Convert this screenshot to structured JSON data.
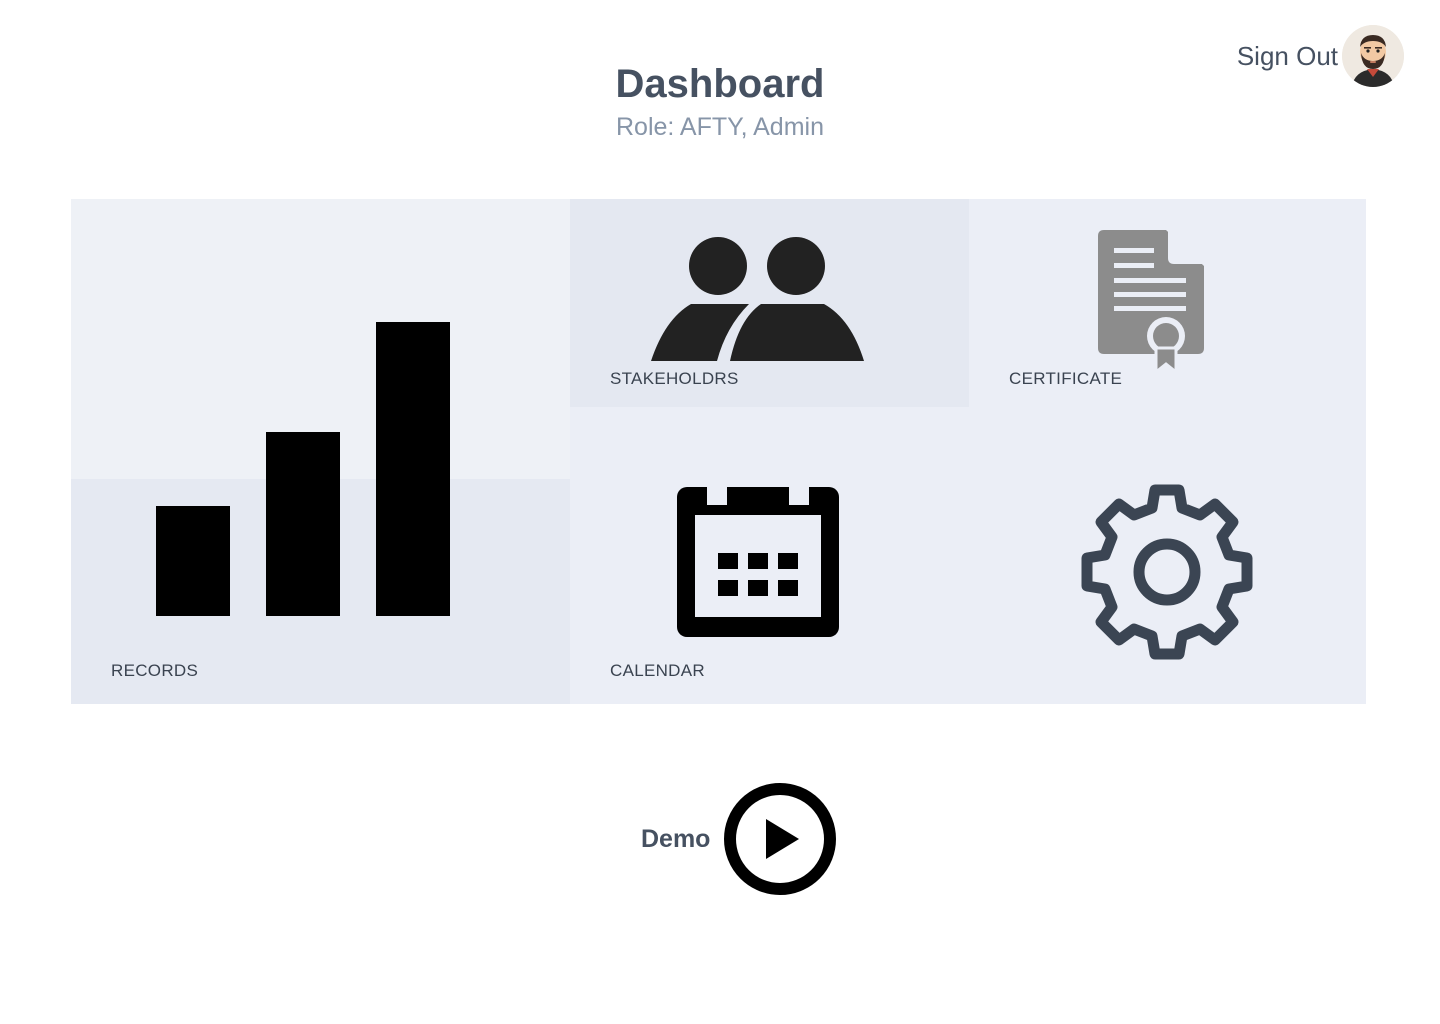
{
  "header": {
    "title": "Dashboard",
    "subtitle": "Role: AFTY, Admin"
  },
  "account": {
    "signout_label": "Sign Out",
    "avatar_icon": "user-avatar"
  },
  "tiles": [
    {
      "label": "RECORDS",
      "icon": "bar-chart-icon"
    },
    {
      "label": "STAKEHOLDRS",
      "icon": "people-icon"
    },
    {
      "label": "CERTIFICATE",
      "icon": "certificate-icon"
    },
    {
      "label": "CALENDAR",
      "icon": "calendar-icon"
    },
    {
      "label": "",
      "icon": "gear-icon"
    }
  ],
  "demo": {
    "label": "Demo",
    "icon": "play-icon"
  },
  "colors": {
    "grid_background": "#ebeef6",
    "title": "#465161",
    "subtitle": "#8795a8",
    "gear": "#3b4553",
    "certificate": "#8c8c8c"
  }
}
